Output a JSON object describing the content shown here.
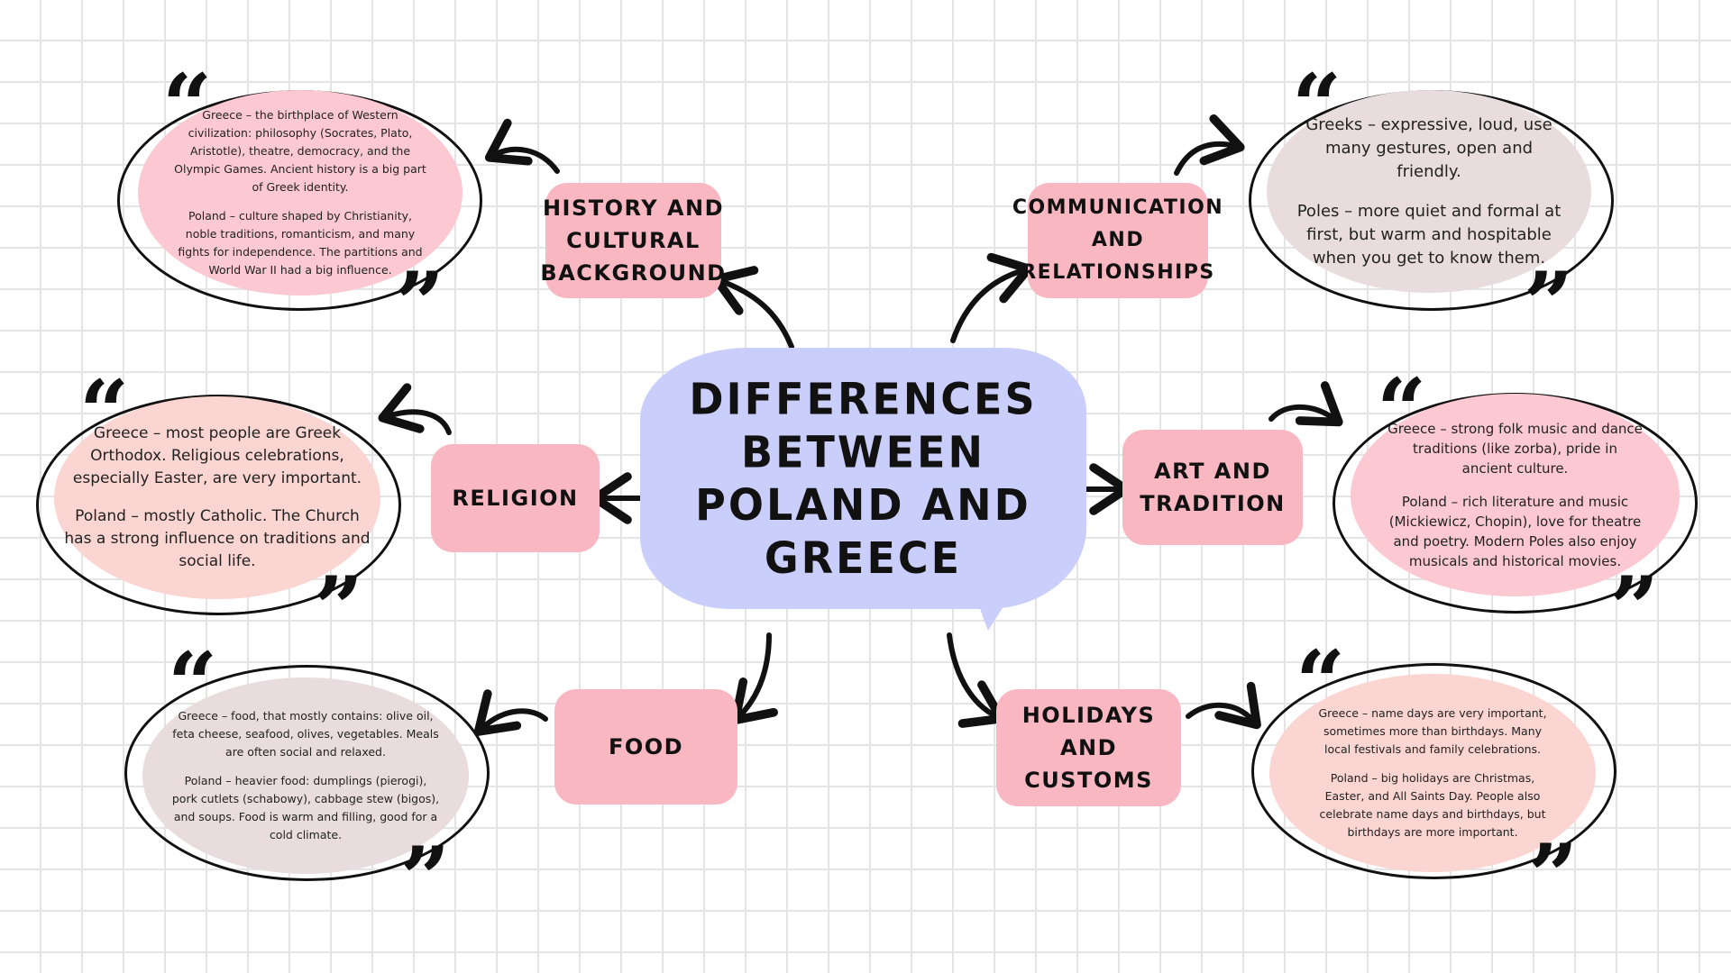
{
  "title": "DIFFERENCES\nBETWEEN\nPOLAND AND\nGREECE",
  "colors": {
    "center_bubble": "#c9cefb",
    "topic_box": "#f9b8c1",
    "bubble_pink": "#fcc9d3",
    "bubble_mauve": "#e8dcde",
    "bubble_peach": "#fbd5d1",
    "grid_line": "#e4e4e4",
    "ink": "#111111"
  },
  "topics": [
    {
      "id": "history",
      "label": "HISTORY AND\nCULTURAL\nBACKGROUND",
      "greece": "Greece – the birthplace of Western civilization: philosophy (Socrates, Plato, Aristotle), theatre, democracy, and the Olympic Games. Ancient history is a big part of Greek identity.",
      "poland": "Poland – culture shaped by Christianity, noble traditions, romanticism, and many fights for independence. The partitions and World War II had a big influence."
    },
    {
      "id": "communication",
      "label": "COMMUNICATION\nAND\nRELATIONSHIPS",
      "greece": "Greeks – expressive, loud, use many gestures, open and friendly.",
      "poland": "Poles – more quiet and formal at first, but warm and hospitable when you get to know them."
    },
    {
      "id": "religion",
      "label": "RELIGION",
      "greece": "Greece – most people are Greek Orthodox. Religious celebrations, especially Easter, are very important.",
      "poland": "Poland – mostly Catholic. The Church has a strong influence on traditions and social life."
    },
    {
      "id": "art",
      "label": "ART AND\nTRADITION",
      "greece": "Greece – strong folk music and dance traditions (like zorba), pride in ancient culture.",
      "poland": "Poland – rich literature and music (Mickiewicz, Chopin), love for theatre and poetry. Modern Poles also enjoy musicals and historical movies."
    },
    {
      "id": "food",
      "label": "FOOD",
      "greece": "Greece –  food, that mostly contains: olive oil, feta cheese, seafood, olives, vegetables. Meals are often social and relaxed.",
      "poland": "Poland – heavier food: dumplings (pierogi), pork cutlets (schabowy), cabbage stew (bigos), and soups. Food is warm and filling, good for a cold climate."
    },
    {
      "id": "holidays",
      "label": "HOLIDAYS AND\nCUSTOMS",
      "greece": "Greece – name days are very important, sometimes more than birthdays. Many local festivals and family celebrations.",
      "poland": "Poland – big holidays are Christmas, Easter, and All Saints Day. People also celebrate name days and birthdays, but birthdays are more important."
    }
  ],
  "icons": {
    "open_quote": "“",
    "close_quote": "”"
  }
}
